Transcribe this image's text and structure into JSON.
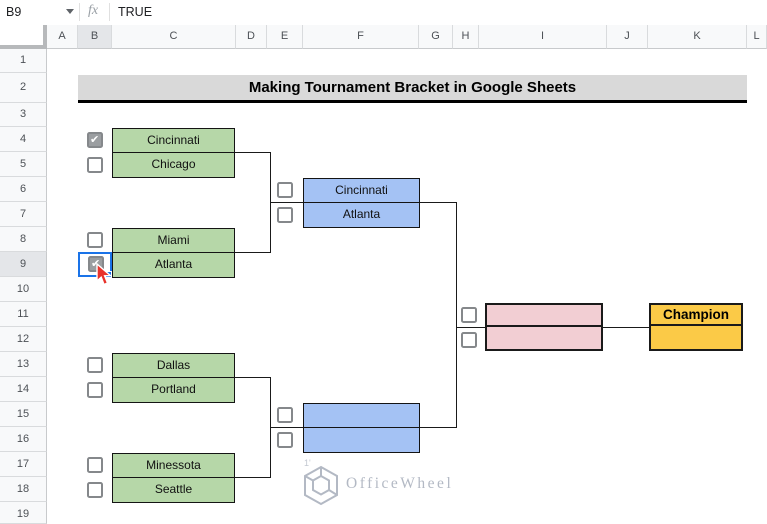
{
  "toolbar": {
    "cell_ref": "B9",
    "fx_label": "fx",
    "formula_value": "TRUE"
  },
  "columns": [
    "A",
    "B",
    "C",
    "D",
    "E",
    "F",
    "G",
    "H",
    "I",
    "J",
    "K",
    "L"
  ],
  "rows": [
    "1",
    "2",
    "3",
    "4",
    "5",
    "6",
    "7",
    "8",
    "9",
    "10",
    "11",
    "12",
    "13",
    "14",
    "15",
    "16",
    "17",
    "18",
    "19"
  ],
  "selection": {
    "column": "B",
    "row": "9",
    "active_cell": "B9"
  },
  "title": "Making Tournament Bracket in Google Sheets",
  "bracket": {
    "round1_upper": [
      {
        "team": "Cincinnati",
        "checked": true
      },
      {
        "team": "Chicago",
        "checked": false
      },
      {
        "team": "Miami",
        "checked": false
      },
      {
        "team": "Atlanta",
        "checked": true
      }
    ],
    "round1_lower": [
      {
        "team": "Dallas",
        "checked": false
      },
      {
        "team": "Portland",
        "checked": false
      },
      {
        "team": "Minessota",
        "checked": false
      },
      {
        "team": "Seattle",
        "checked": false
      }
    ],
    "semifinal_upper": [
      {
        "team": "Cincinnati",
        "checked": false
      },
      {
        "team": "Atlanta",
        "checked": false
      }
    ],
    "semifinal_lower": [
      {
        "team": "",
        "checked": false
      },
      {
        "team": "",
        "checked": false
      }
    ],
    "final": [
      {
        "team": "",
        "checked": false
      },
      {
        "team": "",
        "checked": false
      }
    ],
    "champion_label": "Champion"
  },
  "watermark": {
    "text": "OfficeWheel",
    "artifact": "1'"
  },
  "colors": {
    "team_green": "#b6d7a8",
    "team_blue": "#a4c2f4",
    "final_pink": "#f2ced3",
    "champion_yellow": "#fbca47",
    "title_gray": "#d9d9d9",
    "selection_blue": "#1a73e8"
  }
}
